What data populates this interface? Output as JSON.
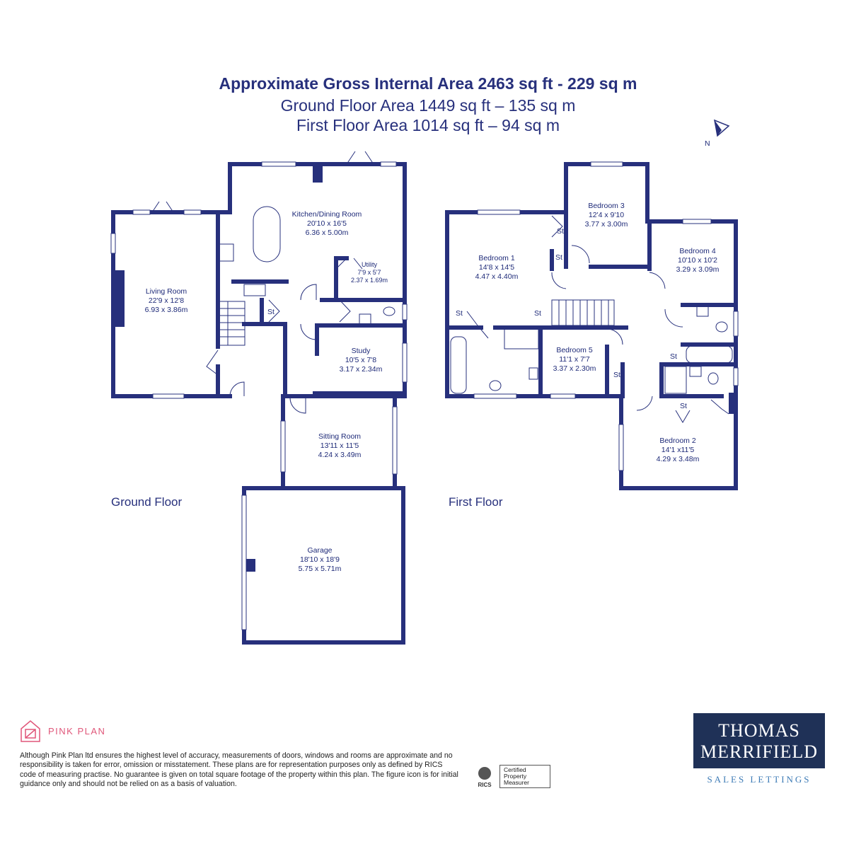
{
  "header": {
    "title": "Approximate Gross Internal Area 2463 sq ft - 229 sq m",
    "ground_area": "Ground Floor Area 1449 sq ft – 135 sq m",
    "first_area": "First Floor Area 1014 sq ft – 94 sq m"
  },
  "compass": {
    "label": "N"
  },
  "floors": {
    "ground": "Ground Floor",
    "first": "First Floor"
  },
  "rooms": {
    "living": {
      "name": "Living Room",
      "imperial": "22'9 x 12'8",
      "metric": "6.93 x 3.86m"
    },
    "kitchen": {
      "name": "Kitchen/Dining Room",
      "imperial": "20'10 x 16'5",
      "metric": "6.36 x 5.00m"
    },
    "utility": {
      "name": "Utility",
      "imperial": "7'9 x 5'7",
      "metric": "2.37 x 1.69m"
    },
    "study": {
      "name": "Study",
      "imperial": "10'5 x 7'8",
      "metric": "3.17 x 2.34m"
    },
    "sitting": {
      "name": "Sitting Room",
      "imperial": "13'11 x 11'5",
      "metric": "4.24 x 3.49m"
    },
    "garage": {
      "name": "Garage",
      "imperial": "18'10 x 18'9",
      "metric": "5.75 x 5.71m"
    },
    "bed1": {
      "name": "Bedroom 1",
      "imperial": "14'8 x 14'5",
      "metric": "4.47 x 4.40m"
    },
    "bed2": {
      "name": "Bedroom 2",
      "imperial": "14'1 x11'5",
      "metric": "4.29 x 3.48m"
    },
    "bed3": {
      "name": "Bedroom 3",
      "imperial": "12'4 x 9'10",
      "metric": "3.77 x 3.00m"
    },
    "bed4": {
      "name": "Bedroom 4",
      "imperial": "10'10 x 10'2",
      "metric": "3.29 x 3.09m"
    },
    "bed5": {
      "name": "Bedroom 5",
      "imperial": "11'1 x 7'7",
      "metric": "3.37 x 2.30m"
    }
  },
  "storage_label": "St",
  "brand": {
    "name": "PINK PLAN"
  },
  "disclaimer": "Although Pink Plan ltd ensures the highest level of accuracy, measurements of doors, windows and rooms are approximate and no responsibility is taken for error, omission or misstatement. These plans are for representation purposes only as defined by RICS code of measuring practise. No guarantee is given on total square footage of the property within this plan. The figure icon is for initial guidance only and should not be relied on as a basis of valuation.",
  "rics": {
    "logo": "RICS",
    "badge": "Certified Property Measurer"
  },
  "agent": {
    "line1": "THOMAS",
    "line2": "MERRIFIELD",
    "services": "SALES LETTINGS"
  },
  "colors": {
    "wall": "#27307c",
    "brand_pink": "#e0577a",
    "agent_navy": "#1f3157",
    "agent_blue": "#3d7bb6"
  }
}
